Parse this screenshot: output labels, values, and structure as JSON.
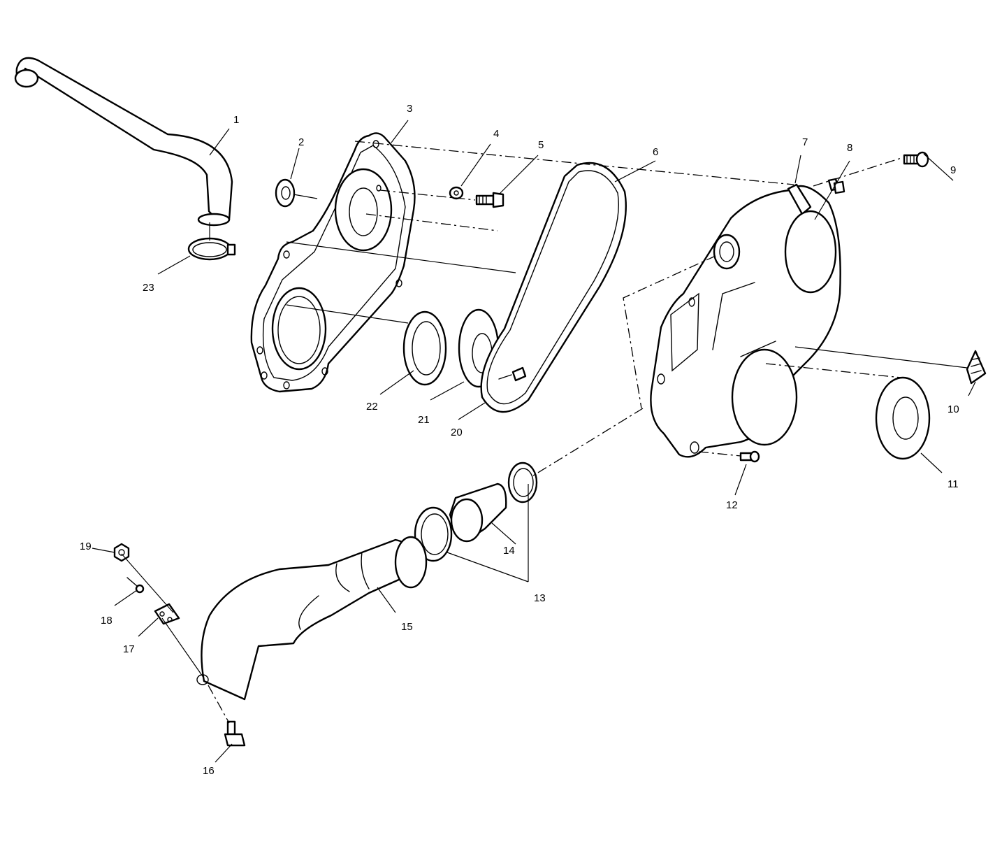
{
  "callouts": [
    {
      "id": "1",
      "text": "1"
    },
    {
      "id": "2",
      "text": "2"
    },
    {
      "id": "3",
      "text": "3"
    },
    {
      "id": "4",
      "text": "4"
    },
    {
      "id": "5",
      "text": "5"
    },
    {
      "id": "6",
      "text": "6"
    },
    {
      "id": "7",
      "text": "7"
    },
    {
      "id": "8",
      "text": "8"
    },
    {
      "id": "9",
      "text": "9"
    },
    {
      "id": "10",
      "text": "10"
    },
    {
      "id": "11",
      "text": "11"
    },
    {
      "id": "12",
      "text": "12"
    },
    {
      "id": "13",
      "text": "13"
    },
    {
      "id": "14",
      "text": "14"
    },
    {
      "id": "15",
      "text": "15"
    },
    {
      "id": "16",
      "text": "16"
    },
    {
      "id": "17",
      "text": "17"
    },
    {
      "id": "18",
      "text": "18"
    },
    {
      "id": "19",
      "text": "19"
    },
    {
      "id": "20",
      "text": "20"
    },
    {
      "id": "21",
      "text": "21"
    },
    {
      "id": "22",
      "text": "22"
    },
    {
      "id": "23",
      "text": "23"
    }
  ],
  "colors": {
    "line": "#000000",
    "background": "#ffffff"
  }
}
